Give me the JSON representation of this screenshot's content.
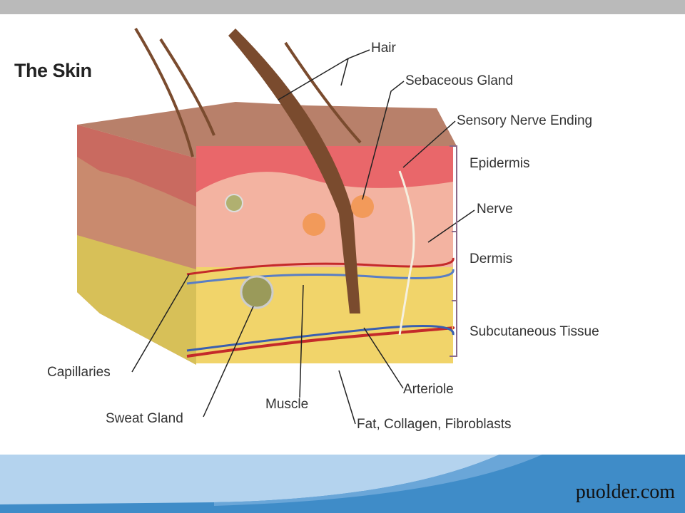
{
  "slide": {
    "title": "The Skin",
    "footer_site": "puolder.com"
  },
  "labels": {
    "hair": "Hair",
    "sebaceous_gland": "Sebaceous Gland",
    "sensory_nerve_ending": "Sensory Nerve Ending",
    "epidermis": "Epidermis",
    "nerve": "Nerve",
    "dermis": "Dermis",
    "subcutaneous_tissue": "Subcutaneous Tissue",
    "capillaries": "Capillaries",
    "sweat_gland": "Sweat Gland",
    "muscle": "Muscle",
    "arteriole": "Arteriole",
    "fat_collagen": "Fat, Collagen, Fibroblasts"
  },
  "colors": {
    "topbar": "#bababa",
    "footer_blue": "#3f8cc8",
    "footer_light": "#b4d3ee",
    "epidermis": "#e9676a",
    "dermis": "#f3b3a1",
    "subcutaneous": "#f1d46a"
  }
}
